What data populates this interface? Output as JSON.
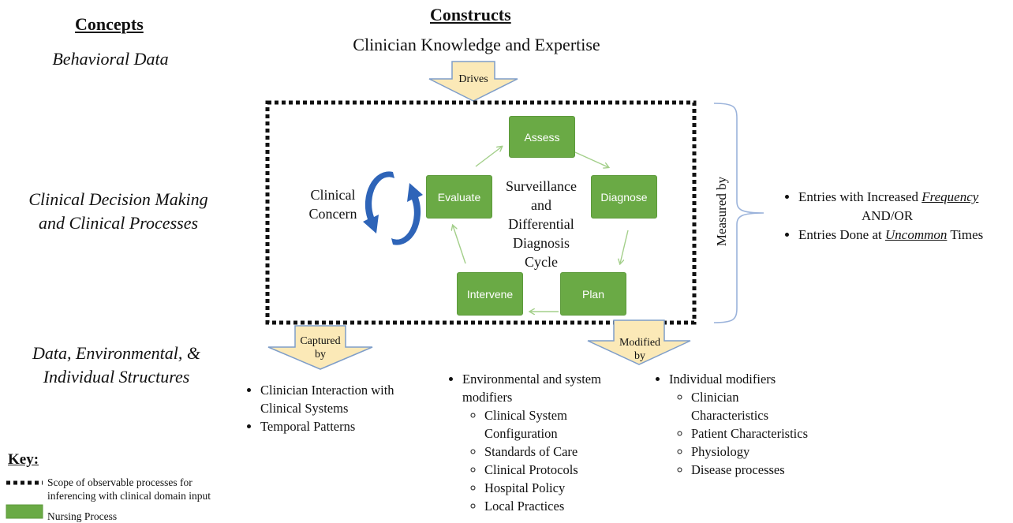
{
  "headers": {
    "concepts": "Concepts",
    "constructs": "Constructs"
  },
  "concepts": {
    "behavioral": "Behavioral Data",
    "clinical_decision_l1": "Clinical Decision Making",
    "clinical_decision_l2": "and Clinical Processes",
    "structures_l1": "Data, Environmental, &",
    "structures_l2": "Individual Structures"
  },
  "constructs": {
    "top": "Clinician Knowledge and Expertise"
  },
  "arrows": {
    "drives": "Drives",
    "captured_l1": "Captured",
    "captured_l2": "by",
    "modified_l1": "Modified",
    "modified_l2": "by"
  },
  "nursing_process": {
    "assess": "Assess",
    "diagnose": "Diagnose",
    "plan": "Plan",
    "intervene": "Intervene",
    "evaluate": "Evaluate"
  },
  "cycle_center": {
    "line1": "Surveillance",
    "line2": "and",
    "line3": "Differential",
    "line4": "Diagnosis",
    "line5": "Cycle"
  },
  "clinical_concern": {
    "line1": "Clinical",
    "line2": "Concern"
  },
  "measured_by": "Measured by",
  "measures": {
    "item1_prefix": "Entries with Increased ",
    "item1_emph": "Frequency",
    "item1_suffix": "AND/OR",
    "item2_prefix": "Entries Done at ",
    "item2_emph": "Uncommon",
    "item2_suffix": " Times"
  },
  "captured_list": {
    "item1": "Clinician Interaction with Clinical Systems",
    "item2": "Temporal Patterns"
  },
  "env_modifiers": {
    "title_l1": "Environmental and system",
    "title_l2": "modifiers",
    "items": [
      "Clinical System Configuration",
      "Standards of Care",
      "Clinical Protocols",
      "Hospital Policy",
      "Local Practices"
    ]
  },
  "indiv_modifiers": {
    "title": "Individual modifiers",
    "items": [
      "Clinician Characteristics",
      "Patient Characteristics",
      "Physiology",
      "Disease processes"
    ]
  },
  "key": {
    "title": "Key:",
    "dotted_l1": "Scope of observable processes for",
    "dotted_l2": "inferencing with clinical domain input",
    "green": "Nursing Process"
  },
  "colors": {
    "node_green": "#6aaa45",
    "arrow_fill": "#fbe9b7",
    "arrow_stroke": "#7f9ec9",
    "cycle_arrow_green": "#a3cf8a",
    "brace_blue": "#9bb3db",
    "concern_blue": "#2e64b8"
  }
}
